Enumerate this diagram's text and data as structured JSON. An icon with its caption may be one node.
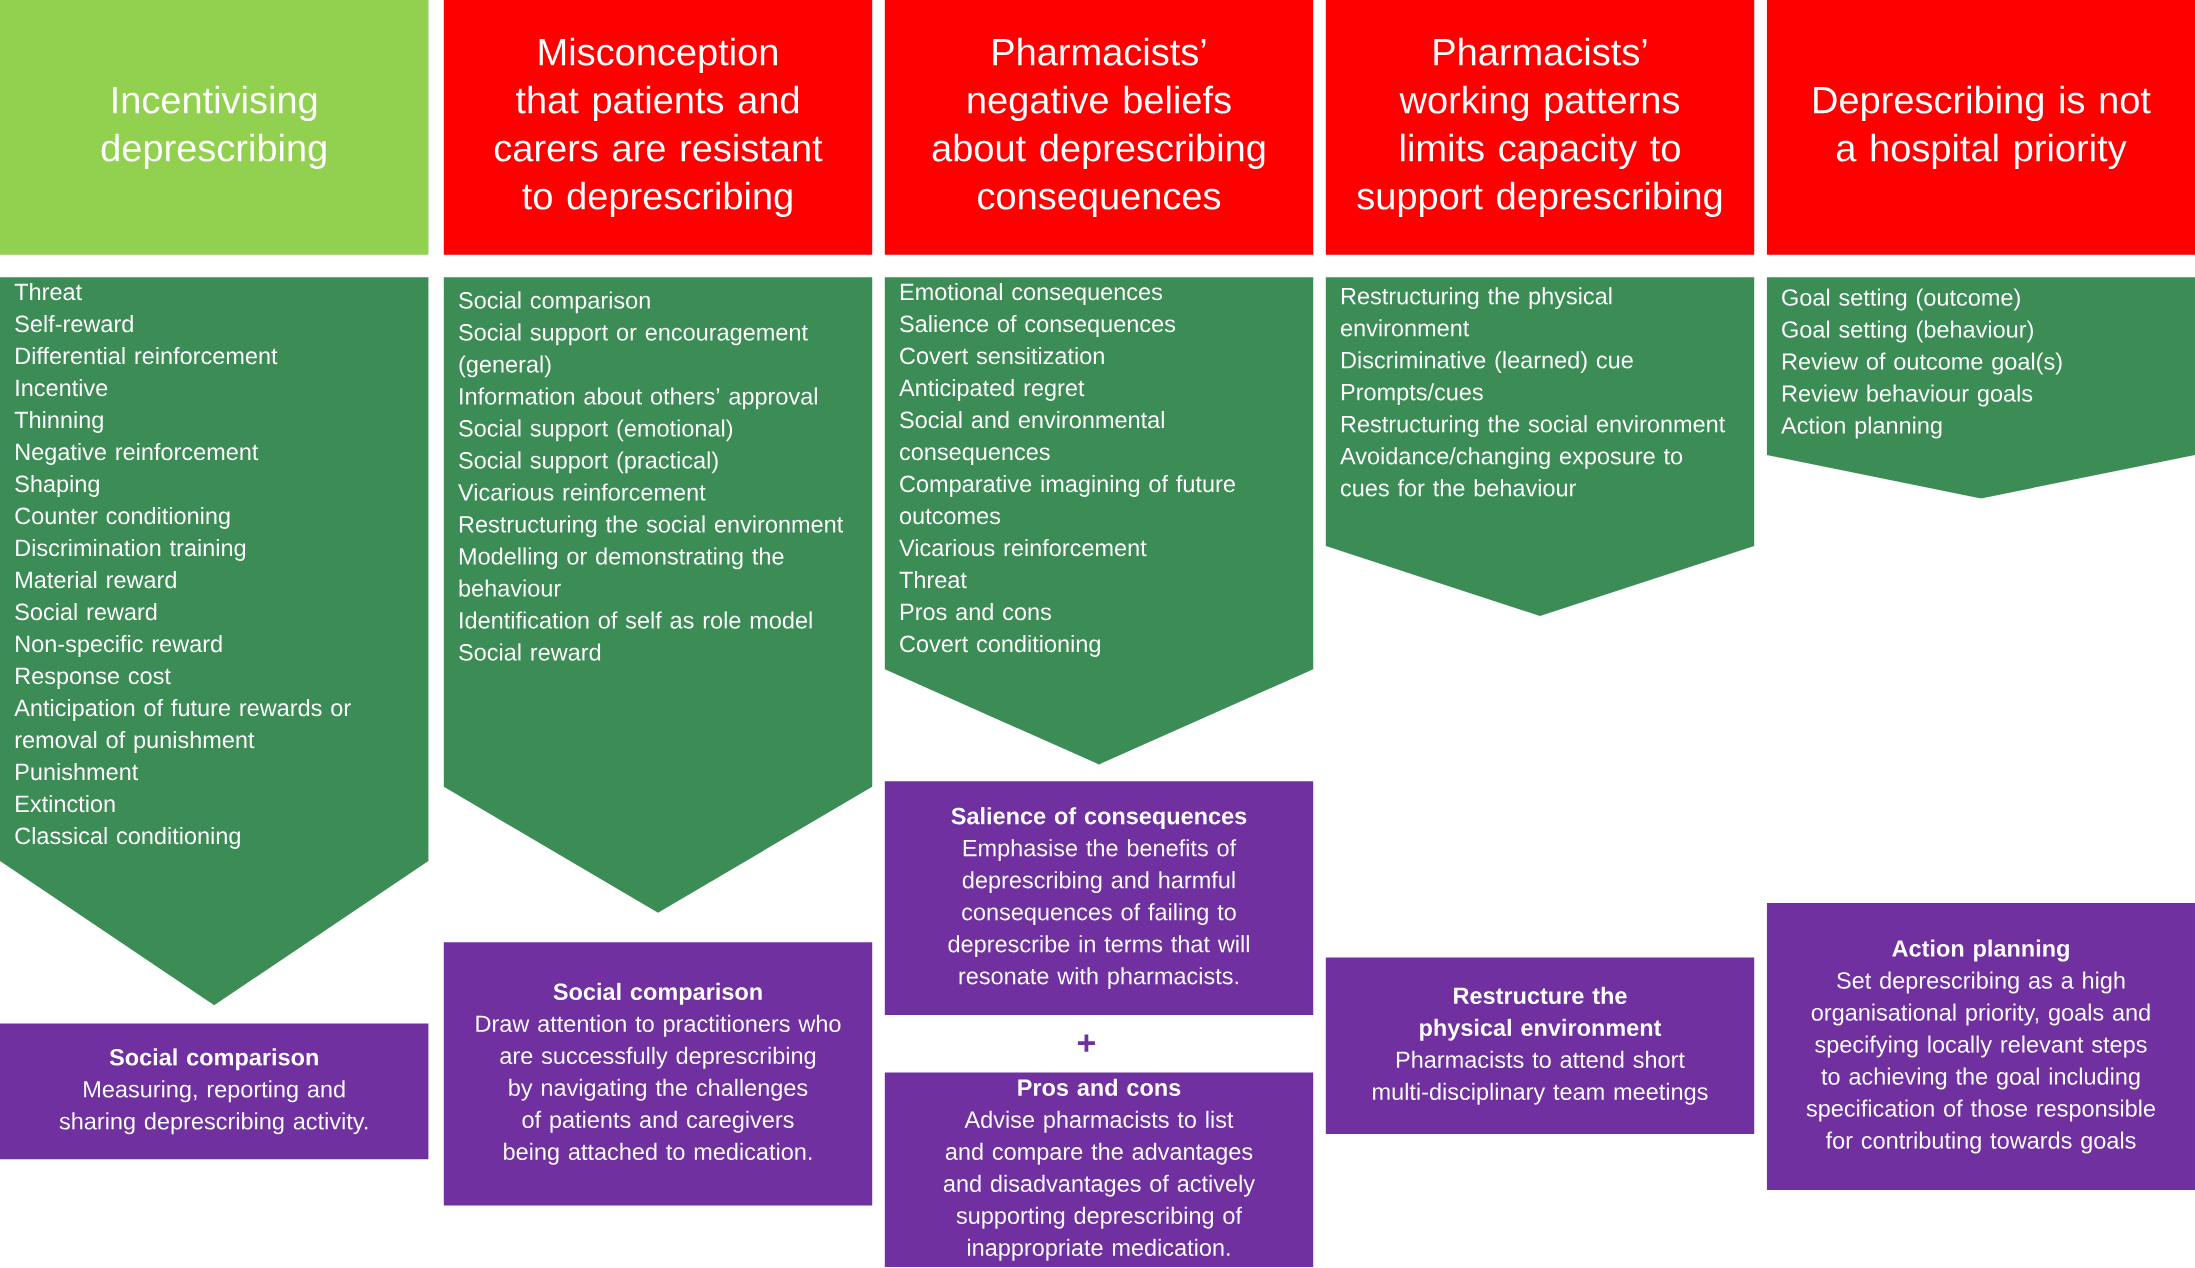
{
  "diagram": {
    "nodes": [
      {
        "text": [
          "Incentivising deprescribing"
        ]
      },
      {
        "text": [
          "Misconception that patients and carers are resistant to deprescribing"
        ]
      },
      {
        "text": [
          "Pharmacists’ negative beliefs about deprescribing consequences"
        ]
      },
      {
        "text": [
          "Pharmacists’ working patterns limits capacity to support deprescribing"
        ]
      },
      {
        "text": [
          "Deprescribing is not a hospital priority"
        ]
      },
      {
        "text": [
          "Threat",
          "Self-reward",
          "Differential reinforcement",
          "Incentive",
          "Thinning",
          "Negative reinforcement",
          "Shaping",
          "Counter conditioning",
          "Discrimination training",
          "Material reward",
          "Social reward",
          "Non-specific reward",
          "Response cost",
          "Anticipation of future rewards or removal of punishment",
          "Punishment",
          "Extinction",
          "Classical conditioning"
        ]
      },
      {
        "text": [
          "Social comparison",
          "Social support or encouragement (general)",
          "Information about others’ approval",
          "Social support (emotional)",
          "Social support (practical)",
          "Vicarious reinforcement",
          "Restructuring the social environment",
          "Modelling or demonstrating the behaviour",
          "Identification of self as role model",
          "Social reward"
        ]
      },
      {
        "text": [
          "Emotional consequences",
          "Salience of consequences",
          "Covert sensitization",
          "Anticipated regret",
          "Social and environmental consequences",
          "Comparative imagining of future outcomes",
          "Vicarious reinforcement",
          "Threat",
          "Pros and cons",
          "Covert conditioning"
        ]
      },
      {
        "text": [
          "Restructuring the physical environment",
          "Discriminative (learned) cue",
          "Prompts/cues",
          "Restructuring the social environment",
          "Avoidance/changing exposure to cues for the behaviour"
        ]
      },
      {
        "text": [
          "Goal setting (outcome)",
          "Goal setting (behaviour)",
          "Review of outcome goal(s)",
          "Review behaviour goals",
          "Action planning"
        ]
      },
      {
        "text": [
          "Social comparison",
          "Measuring, reporting and sharing deprescribing activity."
        ]
      },
      {
        "text": [
          "Social comparison",
          "Draw attention to practitioners who are successfully deprescribing by navigating the challenges of patients and caregivers being attached to medication."
        ]
      },
      {
        "text": [
          "Salience of consequences",
          "Emphasise the benefits of deprescribing and harmful consequences of failing to deprescribe in terms that will resonate with pharmacists."
        ]
      },
      {
        "text": [
          "Pros and cons",
          "Advise pharmacists to list and compare the advantages and disadvantages of actively supporting deprescribing of inappropriate medication."
        ]
      },
      {
        "text": [
          "Restructure the physical environment",
          "Pharmacists to attend short multi-disciplinary team meetings"
        ]
      },
      {
        "text": [
          "Action planning",
          "Set deprescribing as a high organisational priority, goals and specifying locally relevant steps to achieving the goal including specification of those responsible for contributing towards goals"
        ]
      }
    ],
    "labels": [
      "+"
    ]
  }
}
